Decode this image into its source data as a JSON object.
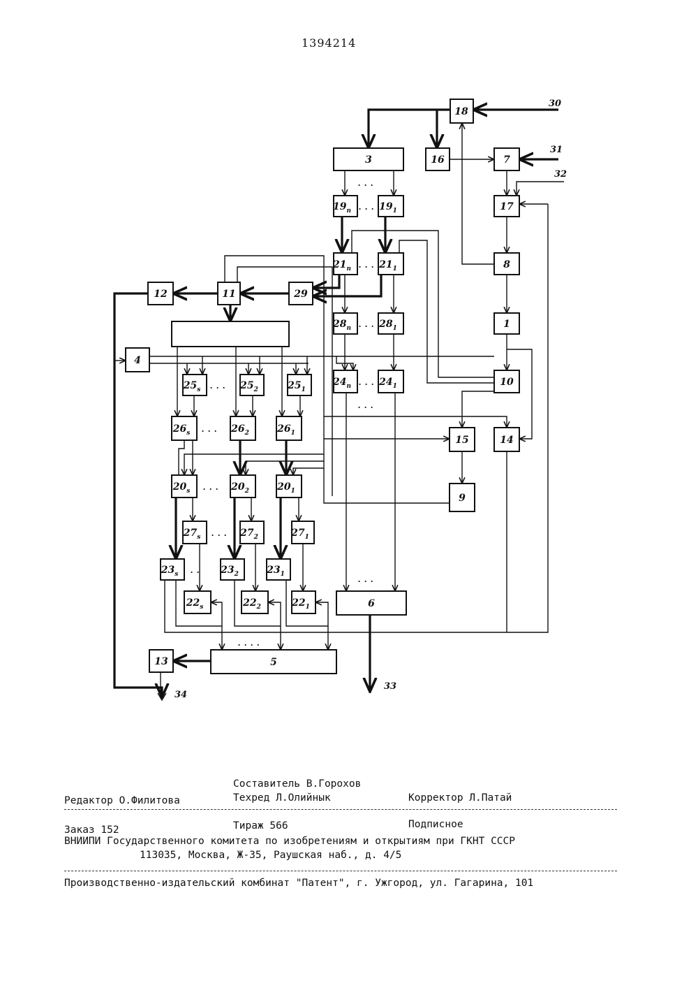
{
  "document": {
    "patent_number": "1394214"
  },
  "diagram": {
    "blocks": {
      "b1": "1",
      "b3": "3",
      "b4": "4",
      "b5": "5",
      "b6": "6",
      "b7": "7",
      "b8": "8",
      "b9": "9",
      "b10": "10",
      "b11": "11",
      "b12": "12",
      "b13": "13",
      "b14": "14",
      "b15": "15",
      "b16": "16",
      "b17": "17",
      "b18": "18",
      "b29": "29",
      "b19n": "19",
      "b19n_sub": "n",
      "b19_1": "19",
      "b19_1_sub": "1",
      "b21n": "21",
      "b21n_sub": "n",
      "b21_1": "21",
      "b21_1_sub": "1",
      "b28n": "28",
      "b28n_sub": "n",
      "b28_1": "28",
      "b28_1_sub": "1",
      "b24n": "24",
      "b24n_sub": "n",
      "b24_1": "24",
      "b24_1_sub": "1",
      "b25s": "25",
      "b25s_sub": "s",
      "b25_2": "25",
      "b25_2_sub": "2",
      "b25_1": "25",
      "b25_1_sub": "1",
      "b26s": "26",
      "b26s_sub": "s",
      "b26_2": "26",
      "b26_2_sub": "2",
      "b26_1": "26",
      "b26_1_sub": "1",
      "b20s": "20",
      "b20s_sub": "s",
      "b20_2": "20",
      "b20_2_sub": "2",
      "b20_1": "20",
      "b20_1_sub": "1",
      "b27s": "27",
      "b27s_sub": "s",
      "b27_2": "27",
      "b27_2_sub": "2",
      "b27_1": "27",
      "b27_1_sub": "1",
      "b23s": "23",
      "b23s_sub": "s",
      "b23_2": "23",
      "b23_2_sub": "2",
      "b23_1": "23",
      "b23_1_sub": "1",
      "b22s": "22",
      "b22s_sub": "s",
      "b22_2": "22",
      "b22_2_sub": "2",
      "b22_1": "22",
      "b22_1_sub": "1"
    },
    "io": {
      "in30": "30",
      "in31": "31",
      "in32": "32",
      "out33": "33",
      "out34": "34"
    },
    "ellipsis": "...",
    "ellipsis_short": "..",
    "ellipsis_long": "...."
  },
  "colophon": {
    "compiler": "Составитель В.Горохов",
    "editor": "Редактор О.Филитова",
    "techred": "Техред Л.Олийнык",
    "corrector": "Корректор Л.Патай",
    "order": "Заказ 152",
    "circulation": "Тираж 566",
    "subscription": "Подписное",
    "institute": "ВНИИПИ Государственного комитета по изобретениям и открытиям при ГКНТ СССР",
    "address": "113035, Москва, Ж-35, Раушская наб., д. 4/5",
    "printer": "Производственно-издательский комбинат \"Патент\", г. Ужгород, ул. Гагарина, 101"
  }
}
